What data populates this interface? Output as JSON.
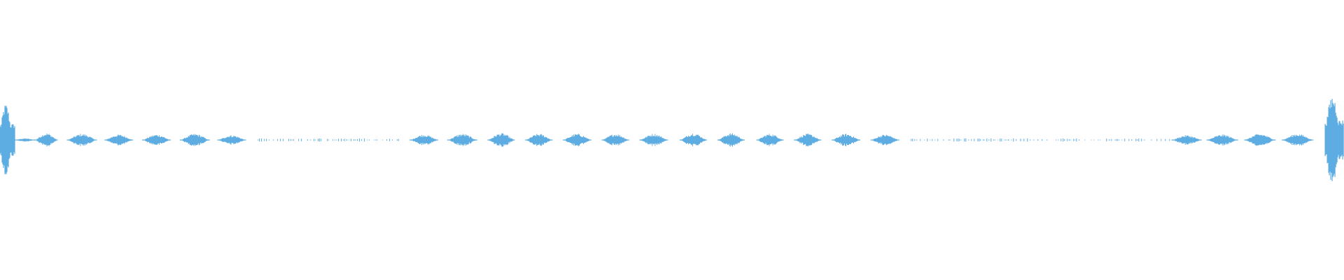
{
  "waveform": {
    "color": "#5DADE2",
    "background": "#FFFFFF",
    "duration_fraction_scale": "0-1",
    "segments": [
      {
        "kind": "burst",
        "start": 0.0,
        "end": 0.011,
        "amplitude": 0.26
      },
      {
        "kind": "blip",
        "start": 0.011,
        "end": 0.026,
        "amplitude": 0.012
      },
      {
        "kind": "blip",
        "start": 0.026,
        "end": 0.043,
        "amplitude": 0.05
      },
      {
        "kind": "blip",
        "start": 0.05,
        "end": 0.072,
        "amplitude": 0.045
      },
      {
        "kind": "blip",
        "start": 0.078,
        "end": 0.099,
        "amplitude": 0.04
      },
      {
        "kind": "blip",
        "start": 0.106,
        "end": 0.127,
        "amplitude": 0.04
      },
      {
        "kind": "blip",
        "start": 0.134,
        "end": 0.156,
        "amplitude": 0.045
      },
      {
        "kind": "blip",
        "start": 0.162,
        "end": 0.183,
        "amplitude": 0.035
      },
      {
        "kind": "dots",
        "start": 0.192,
        "end": 0.297,
        "amplitude": 0.012
      },
      {
        "kind": "blip",
        "start": 0.305,
        "end": 0.326,
        "amplitude": 0.04
      },
      {
        "kind": "blip",
        "start": 0.333,
        "end": 0.355,
        "amplitude": 0.045
      },
      {
        "kind": "blip",
        "start": 0.363,
        "end": 0.383,
        "amplitude": 0.05
      },
      {
        "kind": "blip",
        "start": 0.391,
        "end": 0.411,
        "amplitude": 0.045
      },
      {
        "kind": "blip",
        "start": 0.419,
        "end": 0.44,
        "amplitude": 0.045
      },
      {
        "kind": "blip",
        "start": 0.448,
        "end": 0.468,
        "amplitude": 0.045
      },
      {
        "kind": "blip",
        "start": 0.476,
        "end": 0.497,
        "amplitude": 0.045
      },
      {
        "kind": "blip",
        "start": 0.506,
        "end": 0.526,
        "amplitude": 0.05
      },
      {
        "kind": "blip",
        "start": 0.534,
        "end": 0.554,
        "amplitude": 0.05
      },
      {
        "kind": "blip",
        "start": 0.563,
        "end": 0.583,
        "amplitude": 0.045
      },
      {
        "kind": "blip",
        "start": 0.591,
        "end": 0.611,
        "amplitude": 0.045
      },
      {
        "kind": "blip",
        "start": 0.619,
        "end": 0.64,
        "amplitude": 0.045
      },
      {
        "kind": "blip",
        "start": 0.648,
        "end": 0.669,
        "amplitude": 0.04
      },
      {
        "kind": "dots",
        "start": 0.678,
        "end": 0.872,
        "amplitude": 0.012
      },
      {
        "kind": "blip",
        "start": 0.872,
        "end": 0.894,
        "amplitude": 0.035
      },
      {
        "kind": "blip",
        "start": 0.898,
        "end": 0.921,
        "amplitude": 0.04
      },
      {
        "kind": "blip",
        "start": 0.926,
        "end": 0.949,
        "amplitude": 0.045
      },
      {
        "kind": "blip",
        "start": 0.954,
        "end": 0.977,
        "amplitude": 0.045
      },
      {
        "kind": "burst",
        "start": 0.986,
        "end": 1.0,
        "amplitude": 0.32
      }
    ]
  }
}
